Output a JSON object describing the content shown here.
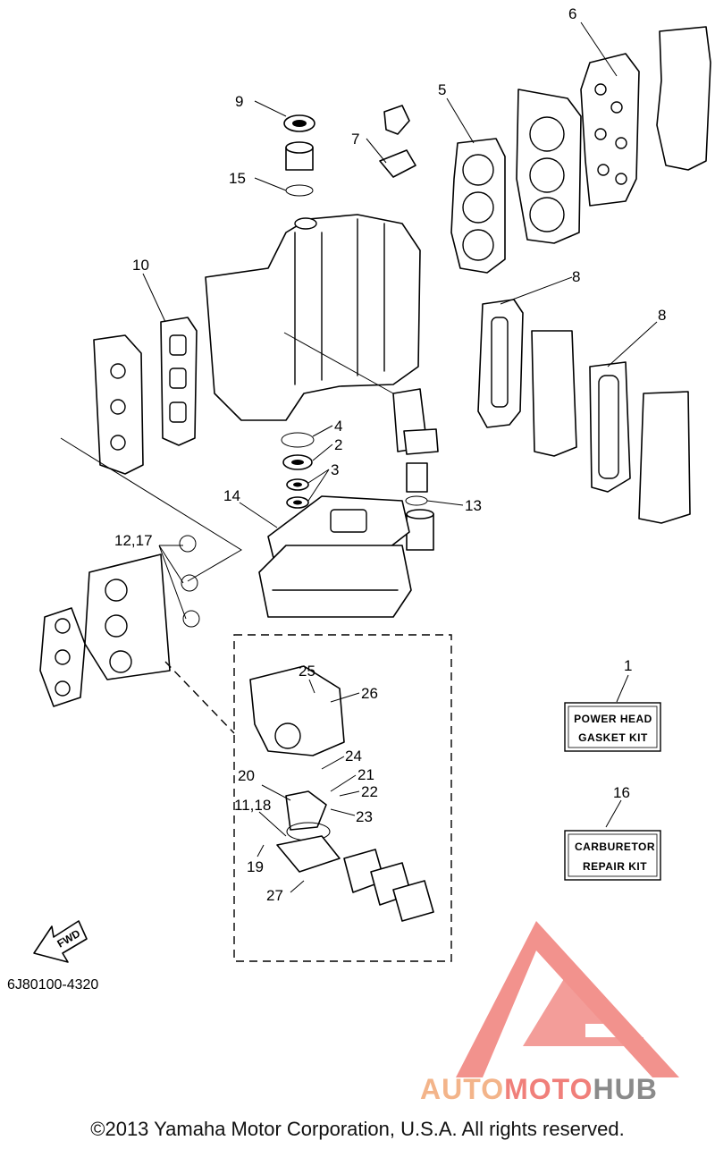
{
  "callouts": {
    "c1": "1",
    "c2": "2",
    "c3": "3",
    "c4": "4",
    "c5": "5",
    "c6": "6",
    "c7": "7",
    "c8a": "8",
    "c8b": "8",
    "c9": "9",
    "c10": "10",
    "c11_18": "11,18",
    "c12_17": "12,17",
    "c13": "13",
    "c14": "14",
    "c15": "15",
    "c16": "16",
    "c19": "19",
    "c20": "20",
    "c21": "21",
    "c22": "22",
    "c23": "23",
    "c24": "24",
    "c25": "25",
    "c26": "26",
    "c27": "27"
  },
  "kits": {
    "power_head_line1": "POWER HEAD",
    "power_head_line2": "GASKET KIT",
    "carburetor_line1": "CARBURETOR",
    "carburetor_line2": "REPAIR KIT"
  },
  "fwd_label": "FWD",
  "diagram_code": "6J80100-4320",
  "watermark": {
    "part1": "AUTO",
    "part2": "MOTO",
    "part3": "HUB"
  },
  "footer": "©2013 Yamaha Motor Corporation, U.S.A. All rights reserved.",
  "colors": {
    "logo_red": "#f07f7a",
    "logo_orange": "#f3b48a",
    "logo_gray": "#8a8a8a"
  }
}
